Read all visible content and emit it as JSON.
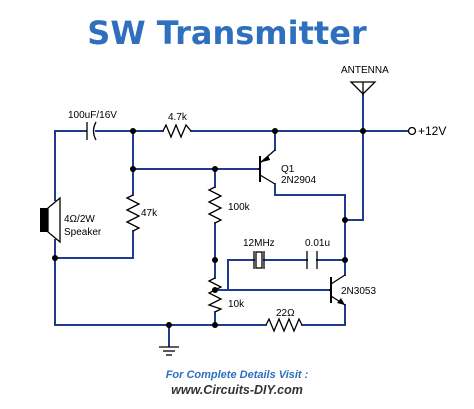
{
  "title": "SW Transmitter",
  "colors": {
    "title": "#2e6fbe",
    "wire": "#1f3a8f",
    "component": "#000000",
    "footer_url": "#333333",
    "background": "#ffffff"
  },
  "labels": {
    "antenna": "ANTENNA",
    "supply": "+12V",
    "cap1": "100uF/16V",
    "r1": "4.7k",
    "q1_ref": "Q1",
    "q1_part": "2N2904",
    "speaker_rating": "4Ω/2W",
    "speaker": "Speaker",
    "r2": "47k",
    "r3": "100k",
    "crystal": "12MHz",
    "cap2": "0.01u",
    "q2_part": "2N3053",
    "r4": "10k",
    "r5": "22Ω"
  },
  "footer": {
    "line1": "For Complete Details Visit :",
    "line2": "www.Circuits-DIY.com"
  }
}
